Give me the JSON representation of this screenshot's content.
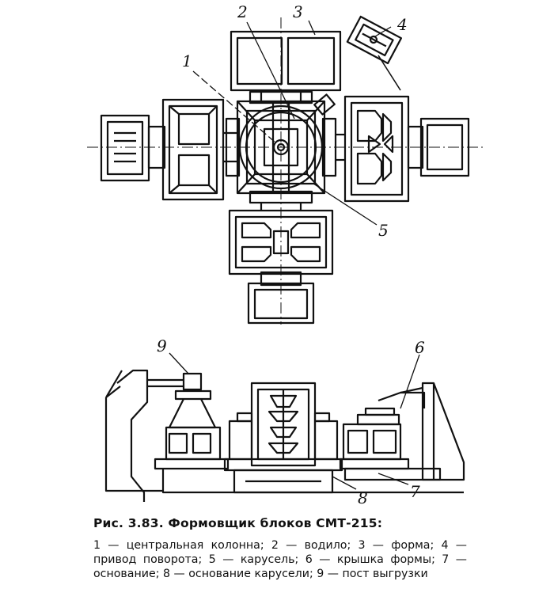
{
  "callouts": {
    "c1": "1",
    "c2": "2",
    "c3": "3",
    "c4": "4",
    "c5": "5",
    "c6": "6",
    "c7": "7",
    "c8": "8",
    "c9": "9"
  },
  "caption": {
    "title": "Рис. 3.83. Формовщик блоков СМТ-215:",
    "body": "1 — центральная колонна; 2 — водило; 3 — форма; 4 — привод поворота; 5 — карусель; 6 — крышка формы; 7 — основание; 8 — основание карусели; 9 — пост выгрузки"
  }
}
